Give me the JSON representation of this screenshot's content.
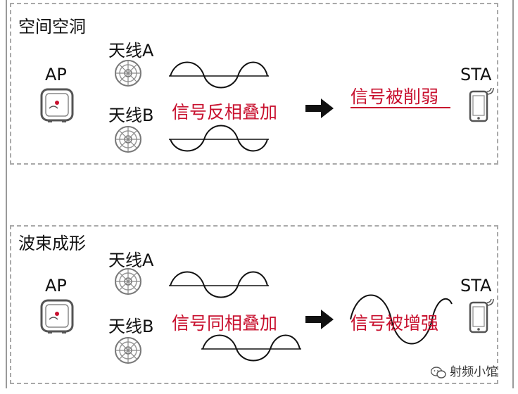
{
  "colors": {
    "red": "#c8102e",
    "dash": "#a9a9a9",
    "ink": "#111111"
  },
  "top": {
    "title": "空间空洞",
    "ap_label": "AP",
    "antenna_a": "天线A",
    "antenna_b": "天线B",
    "combine": "信号反相叠加",
    "result": "信号被削弱",
    "sta_label": "STA"
  },
  "bottom": {
    "title": "波束成形",
    "ap_label": "AP",
    "antenna_a": "天线A",
    "antenna_b": "天线B",
    "combine": "信号同相叠加",
    "result": "信号被增强",
    "sta_label": "STA"
  },
  "watermark": {
    "text": "射频小馆",
    "icon": "wechat-icon"
  }
}
